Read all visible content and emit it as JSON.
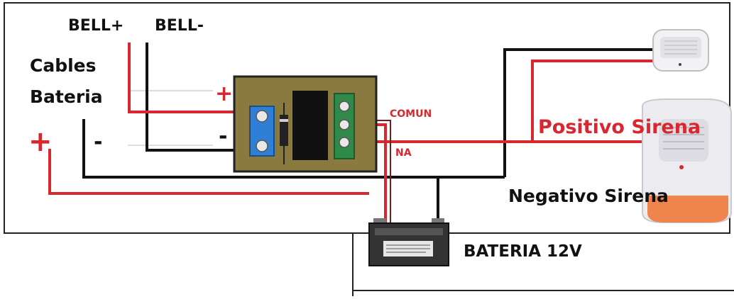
{
  "labels": {
    "bell_plus": "BELL+",
    "bell_minus": "BELL-",
    "cables_line1": "Cables",
    "cables_line2": "Bateria",
    "plus_sign": "+",
    "minus_sign": "-",
    "comun": "COMUN",
    "na": "NA",
    "positivo_sirena": "Positivo Sirena",
    "negativo_sirena": "Negativo Sirena",
    "bateria_12v": "BATERIA 12V"
  },
  "colors": {
    "wire_red": "#d7282f",
    "wire_black": "#111111",
    "relay_board": "#8a7a3f",
    "terminal_blue": "#2f7fd6",
    "terminal_green": "#2f8a4a",
    "siren_body": "#ececf0",
    "siren_light": "#f07a3a",
    "battery_body": "#333333"
  },
  "icons": {
    "relay_module": "relay-module-icon",
    "small_siren": "indoor-siren-icon",
    "outdoor_siren": "outdoor-siren-icon",
    "battery": "battery-icon"
  }
}
